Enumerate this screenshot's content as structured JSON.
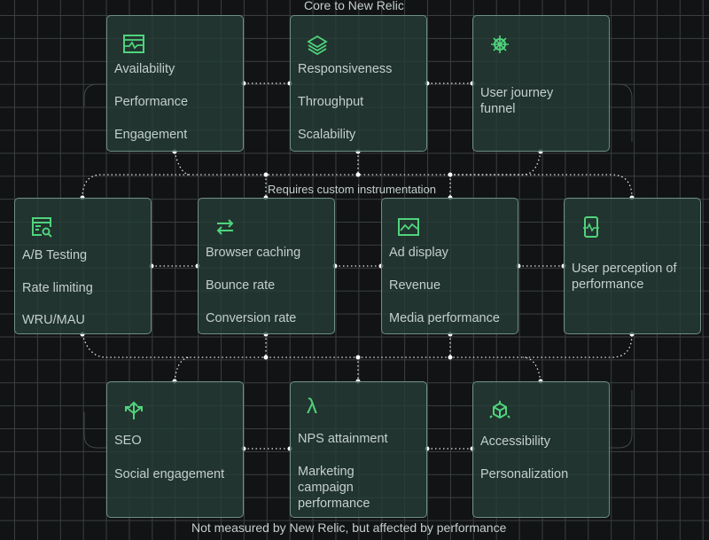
{
  "labels": {
    "top": "Core to New Relic",
    "middle": "Requires custom instrumentation",
    "bottom": "Not measured by New Relic, but affected by performance"
  },
  "accent": "#4fd47c",
  "boxes": [
    {
      "icon": "browser-chart-icon",
      "items": [
        "Availability",
        "Performance",
        "Engagement"
      ]
    },
    {
      "icon": "layers-icon",
      "items": [
        "Responsiveness",
        "Throughput",
        "Scalability"
      ]
    },
    {
      "icon": "ship-wheel-icon",
      "items": [
        "User journey funnel"
      ]
    },
    {
      "icon": "browser-search-icon",
      "items": [
        "A/B Testing",
        "Rate limiting",
        "WRU/MAU"
      ]
    },
    {
      "icon": "arrows-left-right-icon",
      "items": [
        "Browser caching",
        "Bounce rate",
        "Conversion rate"
      ]
    },
    {
      "icon": "line-chart-icon",
      "items": [
        "Ad display",
        "Revenue",
        "Media performance"
      ]
    },
    {
      "icon": "mobile-pulse-icon",
      "items": [
        "User perception of performance"
      ]
    },
    {
      "icon": "split-arrows-icon",
      "items": [
        "SEO",
        "Social engagement"
      ]
    },
    {
      "icon": "lambda-icon",
      "items": [
        "NPS attainment",
        "Marketing campaign performance"
      ]
    },
    {
      "icon": "cube-icon",
      "items": [
        "Accessibility",
        "Personalization"
      ]
    }
  ]
}
